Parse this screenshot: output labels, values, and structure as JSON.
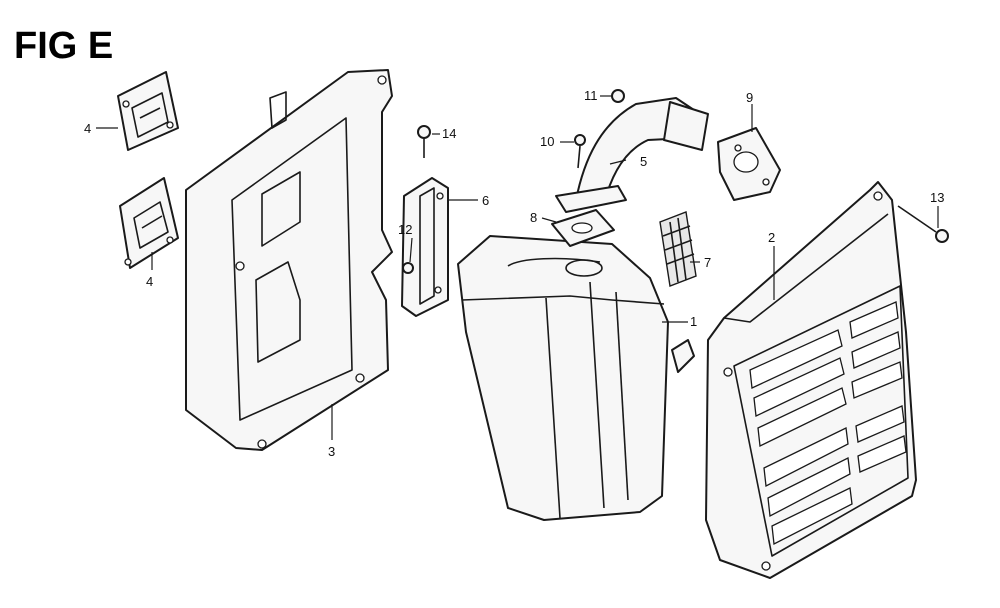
{
  "figure": {
    "title": "FIG E"
  },
  "callouts": {
    "c1": "1",
    "c2": "2",
    "c3": "3",
    "c4a": "4",
    "c4b": "4",
    "c5": "5",
    "c6": "6",
    "c7": "7",
    "c8": "8",
    "c9": "9",
    "c10": "10",
    "c11": "11",
    "c12": "12",
    "c13": "13",
    "c14": "14"
  }
}
